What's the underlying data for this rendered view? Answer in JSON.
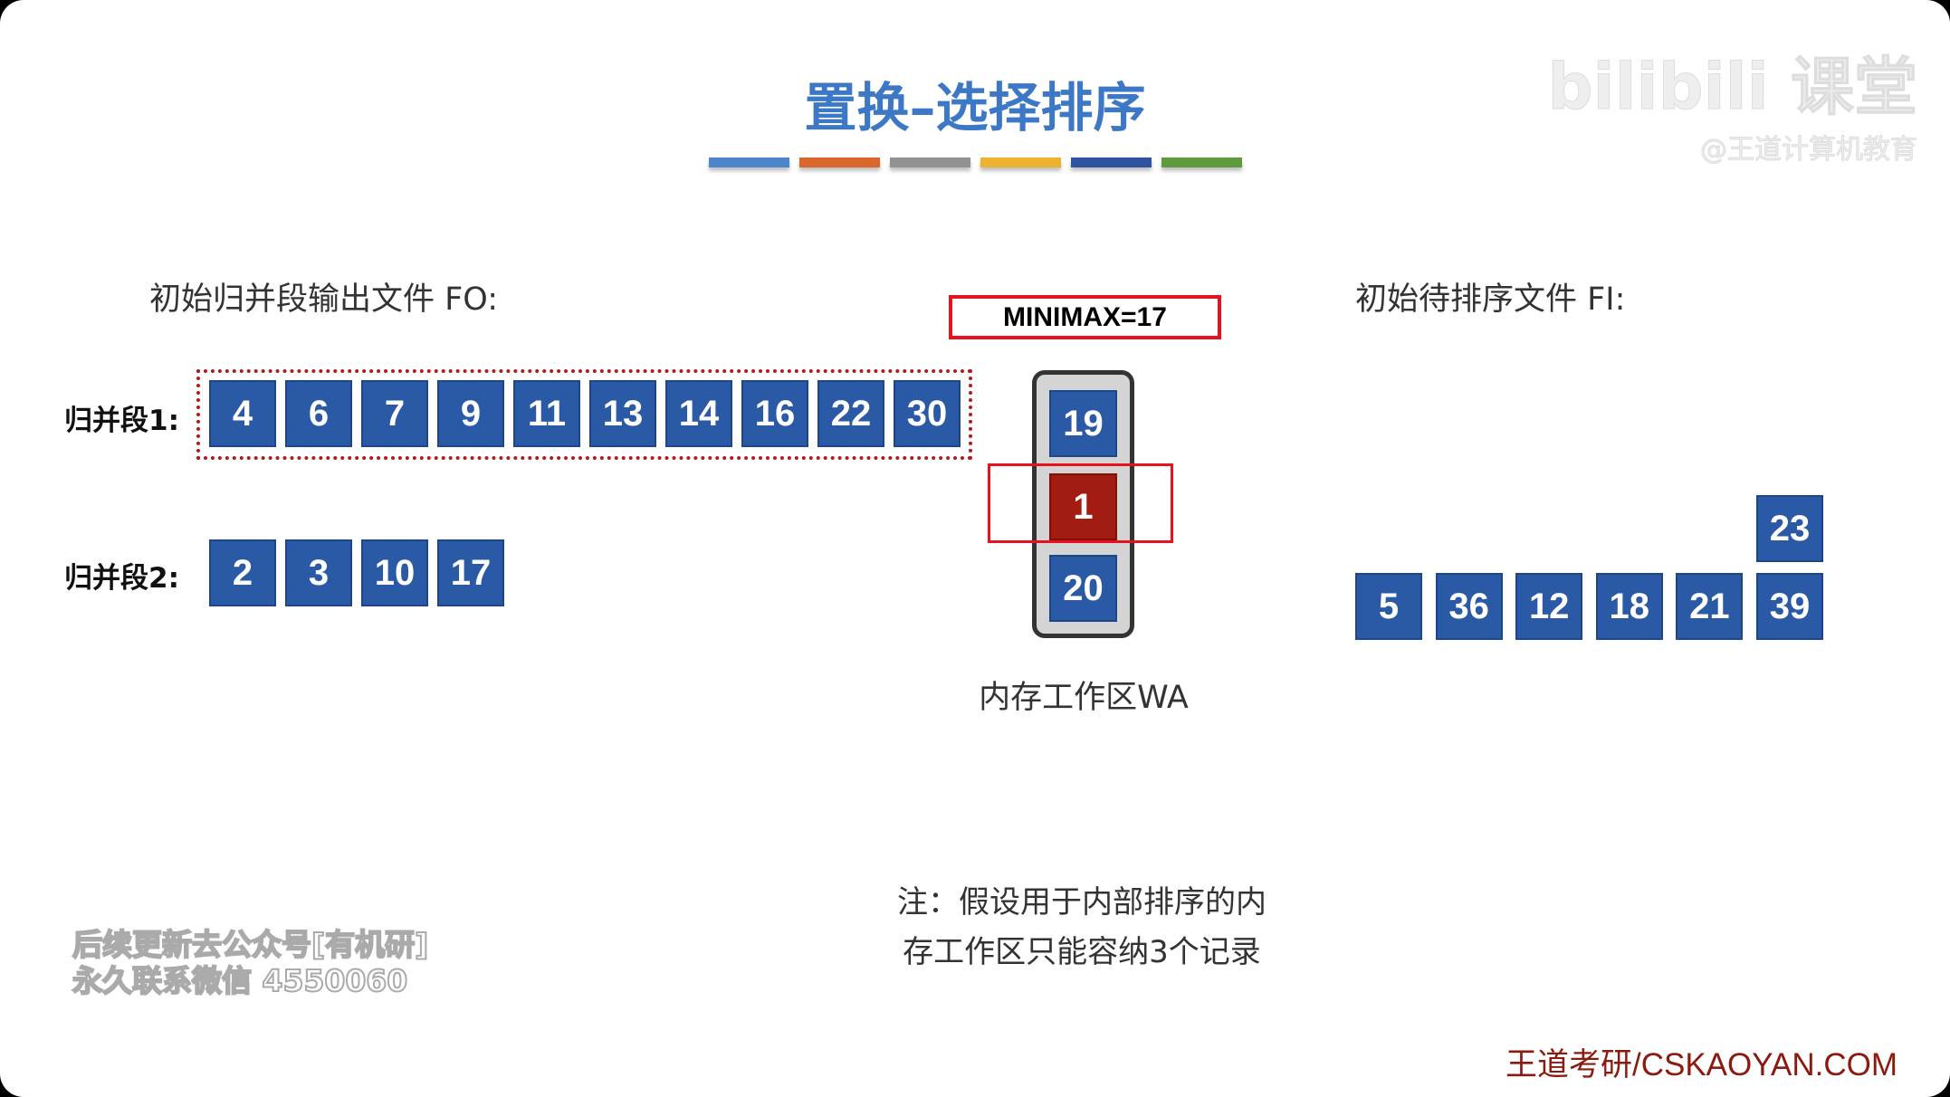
{
  "title": "置换–选择排序",
  "colors": {
    "bars": [
      "#4a86c8",
      "#d9662a",
      "#929292",
      "#eeb231",
      "#2e52a0",
      "#5f9a3c"
    ],
    "box": "#2a5aa6",
    "highlight": "#a31c12"
  },
  "fo_label": "初始归并段输出文件 FO:",
  "fi_label": "初始待排序文件 FI:",
  "minimax": "MINIMAX=17",
  "runs": [
    {
      "label": "归并段1:",
      "values": [
        "4",
        "6",
        "7",
        "9",
        "11",
        "13",
        "14",
        "16",
        "22",
        "30"
      ]
    },
    {
      "label": "归并段2:",
      "values": [
        "2",
        "3",
        "10",
        "17"
      ]
    }
  ],
  "wa": {
    "label": "内存工作区WA",
    "values": [
      "19",
      "1",
      "20"
    ]
  },
  "fi": {
    "bottom": [
      "5",
      "36",
      "12",
      "18",
      "21",
      "39"
    ],
    "top": "23"
  },
  "note": [
    "注：假设用于内部排序的内",
    "存工作区只能容纳3个记录"
  ],
  "watermark": [
    "后续更新去公众号[有机研]",
    "永久联系微信 4550060"
  ],
  "logo": {
    "main": "bilibili 课堂",
    "sub": "@王道计算机教育"
  },
  "footer": "王道考研/CSKAOYAN.COM"
}
